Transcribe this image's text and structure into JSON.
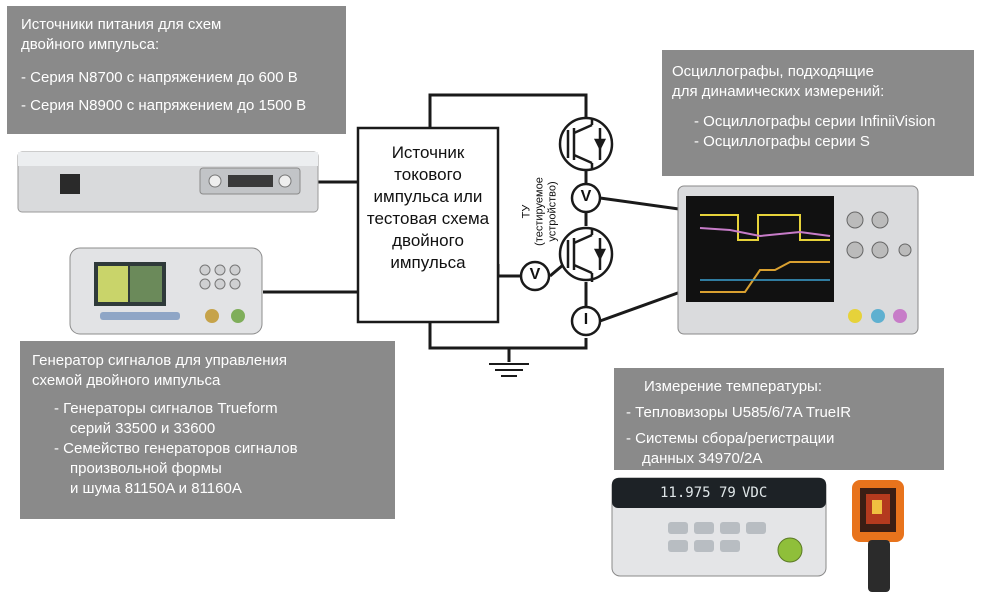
{
  "power_box": {
    "title": "Источники питания для схем",
    "title2": "двойного импульса:",
    "items": [
      "- Серия N8700 с напряжением до 600 В",
      "- Серия N8900 с напряжением до 1500 В"
    ]
  },
  "scope_box": {
    "title": "Осциллографы, подходящие",
    "title2": "для динамических измерений:",
    "items": [
      "- Осциллографы серии InfiniiVision",
      "- Осциллографы серии S"
    ]
  },
  "gen_box": {
    "title": "Генератор сигналов для управления",
    "title2": "схемой двойного импульса",
    "item1": "- Генераторы сигналов Trueform",
    "item1b": "серий 33500 и 33600",
    "item2": "- Семейство генераторов сигналов",
    "item2b": "произвольной формы",
    "item2c": "и шума 81150A и 81160A"
  },
  "temp_box": {
    "title": "Измерение температуры:",
    "item1": "- Тепловизоры U585/6/7A TrueIR",
    "item2": "- Системы сбора/регистрации",
    "item2b": "данных 34970/2A"
  },
  "center_block": {
    "lines": [
      "Источник",
      "токового",
      "импульса или",
      "тестовая схема",
      "двойного",
      "импульса"
    ]
  },
  "dut_label": {
    "line1": "ТУ",
    "line2": "(тестируемое",
    "line3": "устройство)"
  },
  "meters": {
    "v_label": "V",
    "i_label": "I"
  },
  "dmm_display": {
    "value": "11.975 79",
    "unit": "VDC"
  }
}
